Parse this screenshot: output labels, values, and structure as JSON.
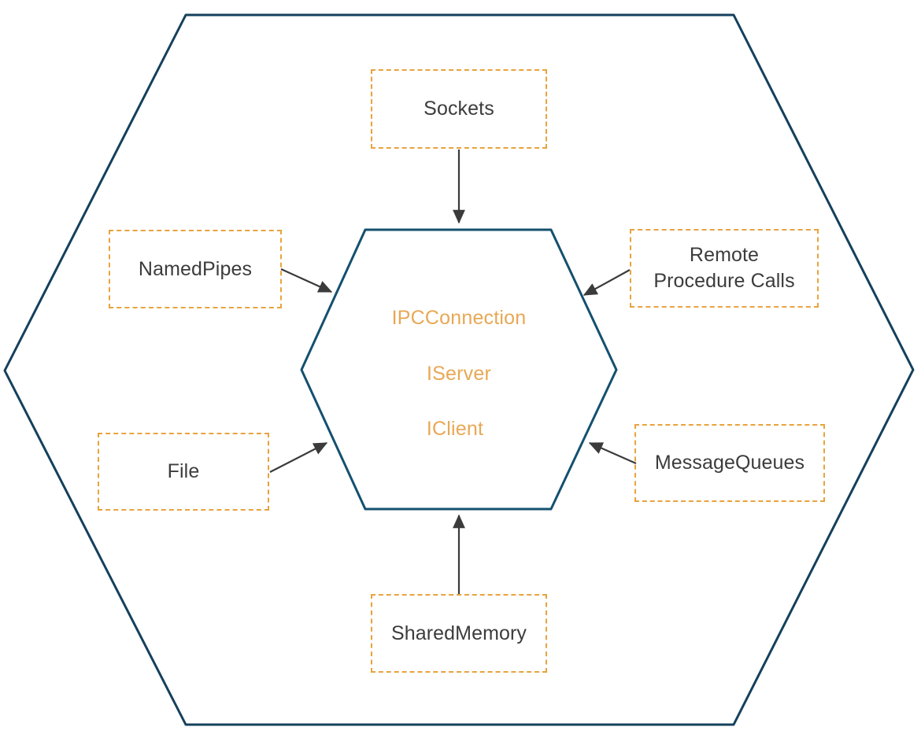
{
  "diagram": {
    "outer_shape": {
      "name": "outer-hexagon",
      "stroke_color": "#14405c",
      "stroke_width": 3
    },
    "core_shape": {
      "name": "inner-hexagon",
      "stroke_color": "#14506e",
      "stroke_width": 3,
      "labels": [
        {
          "id": "ipcconnection",
          "text": "IPCConnection"
        },
        {
          "id": "iserver",
          "text": "IServer"
        },
        {
          "id": "iclient",
          "text": "IClient"
        }
      ]
    },
    "colors": {
      "accent_orange": "#e8a33d",
      "core_text_orange": "#e8a855",
      "hexagon_blue": "#14405c",
      "node_text": "#3c3c3c",
      "arrow": "#3b3b3b"
    },
    "nodes": [
      {
        "id": "sockets",
        "text": "Sockets",
        "lines": [
          "Sockets"
        ]
      },
      {
        "id": "named-pipes",
        "text": "NamedPipes",
        "lines": [
          "NamedPipes"
        ]
      },
      {
        "id": "remote-procedure-calls",
        "text": "Remote Procedure Calls",
        "lines": [
          "Remote",
          "Procedure Calls"
        ]
      },
      {
        "id": "file",
        "text": "File",
        "lines": [
          "File"
        ]
      },
      {
        "id": "message-queues",
        "text": "MessageQueues",
        "lines": [
          "MessageQueues"
        ]
      },
      {
        "id": "shared-memory",
        "text": "SharedMemory",
        "lines": [
          "SharedMemory"
        ]
      }
    ],
    "connections": [
      {
        "from": "sockets",
        "to": "core",
        "direction": "down"
      },
      {
        "from": "named-pipes",
        "to": "core",
        "direction": "right-down"
      },
      {
        "from": "remote-procedure-calls",
        "to": "core",
        "direction": "left-down"
      },
      {
        "from": "file",
        "to": "core",
        "direction": "right-up"
      },
      {
        "from": "message-queues",
        "to": "core",
        "direction": "left-up"
      },
      {
        "from": "shared-memory",
        "to": "core",
        "direction": "up"
      }
    ]
  }
}
